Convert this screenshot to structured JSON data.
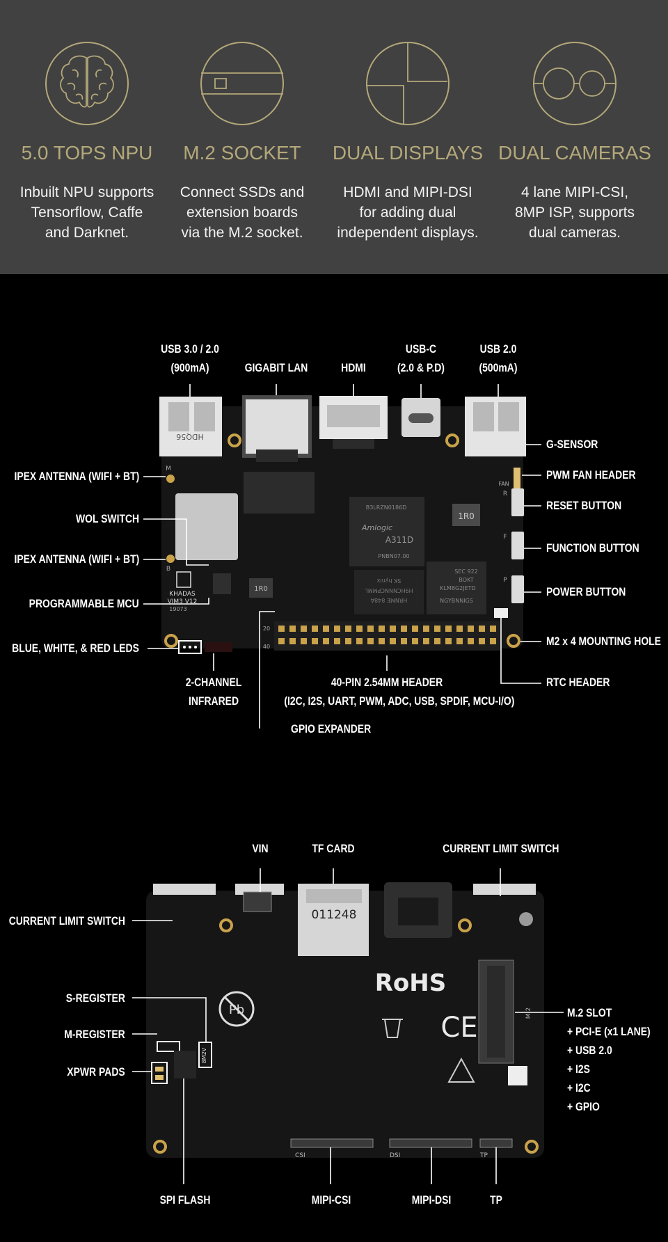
{
  "features": [
    {
      "icon": "brain-icon",
      "title": "5.0 TOPS NPU",
      "desc": [
        "Inbuilt NPU supports",
        "Tensorflow, Caffe",
        "and Darknet."
      ]
    },
    {
      "icon": "m2-card-icon",
      "title": "M.2 SOCKET",
      "desc": [
        "Connect SSDs and",
        "extension boards",
        "via the M.2 socket."
      ]
    },
    {
      "icon": "dual-display-icon",
      "title": "DUAL DISPLAYS",
      "desc": [
        "HDMI and MIPI-DSI",
        "for adding dual",
        "independent displays."
      ]
    },
    {
      "icon": "dual-camera-icon",
      "title": "DUAL CAMERAS",
      "desc": [
        "4 lane MIPI-CSI,",
        "8MP ISP, supports",
        "dual cameras."
      ]
    }
  ],
  "top_board": {
    "labels": {
      "usb3": [
        "USB 3.0 / 2.0",
        "(900mA)"
      ],
      "lan": "GIGABIT LAN",
      "hdmi": "HDMI",
      "usbc": [
        "USB-C",
        "(2.0 & P.D)"
      ],
      "usb2": [
        "USB 2.0",
        "(500mA)"
      ],
      "ipex1": "IPEX ANTENNA (WIFI + BT)",
      "wol": "WOL SWITCH",
      "ipex2": "IPEX ANTENNA (WIFI + BT)",
      "mcu": "PROGRAMMABLE MCU",
      "leds": "BLUE, WHITE, & RED LEDS",
      "ir": [
        "2-CHANNEL",
        "INFRARED"
      ],
      "header40": [
        "40-PIN 2.54MM HEADER",
        "(I2C, I2S, UART, PWM, ADC, USB, SPDIF, MCU-I/O)"
      ],
      "gpio": "GPIO EXPANDER",
      "gsensor": "G-SENSOR",
      "fan": "PWM FAN HEADER",
      "reset": "RESET BUTTON",
      "function": "FUNCTION BUTTON",
      "power": "POWER BUTTON",
      "mount": "M2 x 4 MOUNTING HOLE",
      "rtc": "RTC HEADER"
    },
    "silk": {
      "usb_jack": "HDQ56",
      "soc_brand": "Amlogic",
      "soc_model": "A311D",
      "soc_code": "PNBN07.00",
      "soc_top": "B3LRZN0186D",
      "inductor": "1R0",
      "inductor2": "1R0",
      "lpddr_line1": "SK hynix",
      "lpddr_line2": "H9HCNNNCPMML",
      "lpddr_line3": "HRNME 848A",
      "emmc_line1": "SEC 922",
      "emmc_line2": "BOKT",
      "emmc_line3": "KLM8G2JETD",
      "emmc_line4": "NGYBNNIGS",
      "brand": "KHADAS",
      "model": "VIM3 V12",
      "date": "19073",
      "pin20": "20",
      "pin40": "40",
      "fan": "FAN",
      "r": "R",
      "f": "F",
      "p": "P",
      "m": "M",
      "b": "B"
    }
  },
  "bottom_board": {
    "labels": {
      "vin": "VIN",
      "tf": "TF CARD",
      "cls_top": "CURRENT LIMIT SWITCH",
      "cls_left": "CURRENT LIMIT SWITCH",
      "sreg": "S-REGISTER",
      "mreg": "M-REGISTER",
      "xpwr": "XPWR PADS",
      "m2": [
        "M.2 SLOT",
        "+ PCI-E (x1 LANE)",
        "+ USB 2.0",
        "+ I2S",
        "+ I2C",
        "+ GPIO"
      ],
      "spi": "SPI FLASH",
      "csi": "MIPI-CSI",
      "dsi": "MIPI-DSI",
      "tp": "TP"
    },
    "silk": {
      "rohs": "RoHS",
      "ce": "CE",
      "pb": "Pb",
      "tf_code": "011248",
      "csi": "CSI",
      "dsi": "DSI",
      "tp": "TP",
      "m2": "M.2",
      "mem": "8M2V"
    }
  },
  "colors": {
    "feature_bg": "#414141",
    "gold": "#b4a87a",
    "page_bg": "#000000",
    "board": "#161616"
  }
}
